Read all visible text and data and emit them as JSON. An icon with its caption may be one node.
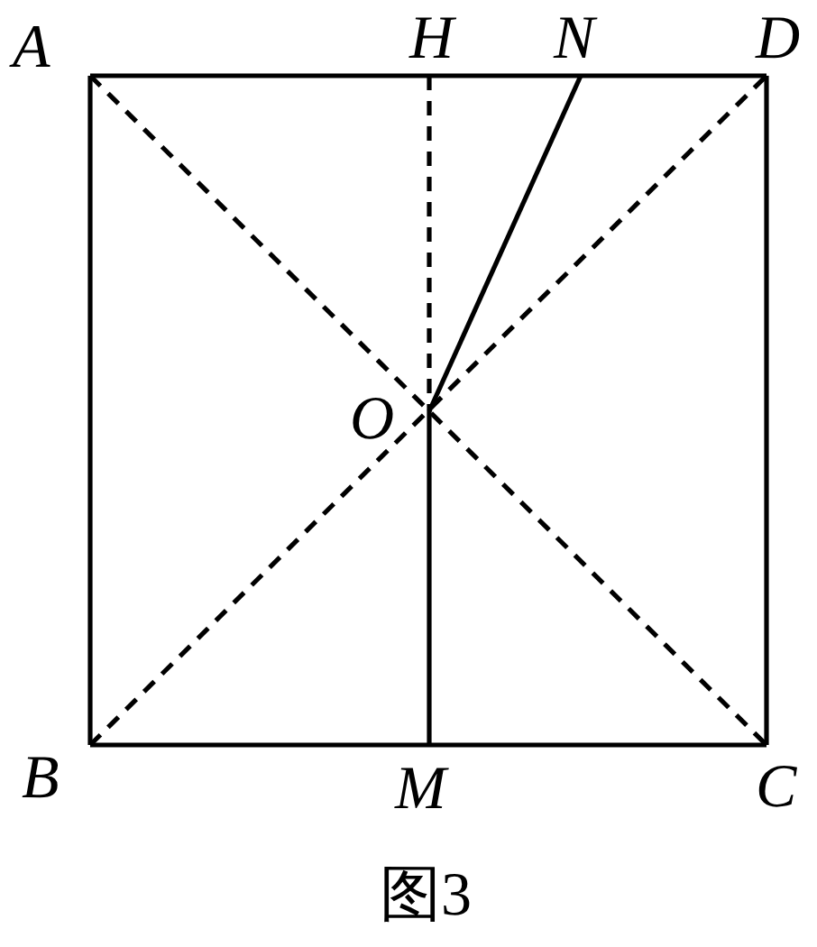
{
  "diagram": {
    "caption": "图3",
    "nodes": [
      {
        "text": [
          "A"
        ]
      },
      {
        "text": [
          "H"
        ]
      },
      {
        "text": [
          "N"
        ]
      },
      {
        "text": [
          "D"
        ]
      },
      {
        "text": [
          "O"
        ]
      },
      {
        "text": [
          "B"
        ]
      },
      {
        "text": [
          "M"
        ]
      },
      {
        "text": [
          "C"
        ]
      }
    ],
    "edges": [
      {
        "from": 0,
        "to": 3,
        "arrow": "none"
      },
      {
        "from": 0,
        "to": 5,
        "arrow": "none"
      },
      {
        "from": 5,
        "to": 7,
        "arrow": "none"
      },
      {
        "from": 3,
        "to": 7,
        "arrow": "none"
      },
      {
        "from": 0,
        "to": 7,
        "arrow": "none",
        "style": "dashed"
      },
      {
        "from": 5,
        "to": 3,
        "arrow": "none",
        "style": "dashed"
      },
      {
        "from": 1,
        "to": 4,
        "arrow": "none",
        "style": "dashed"
      },
      {
        "from": 4,
        "to": 6,
        "arrow": "none"
      },
      {
        "from": 4,
        "to": 2,
        "arrow": "none"
      }
    ]
  }
}
